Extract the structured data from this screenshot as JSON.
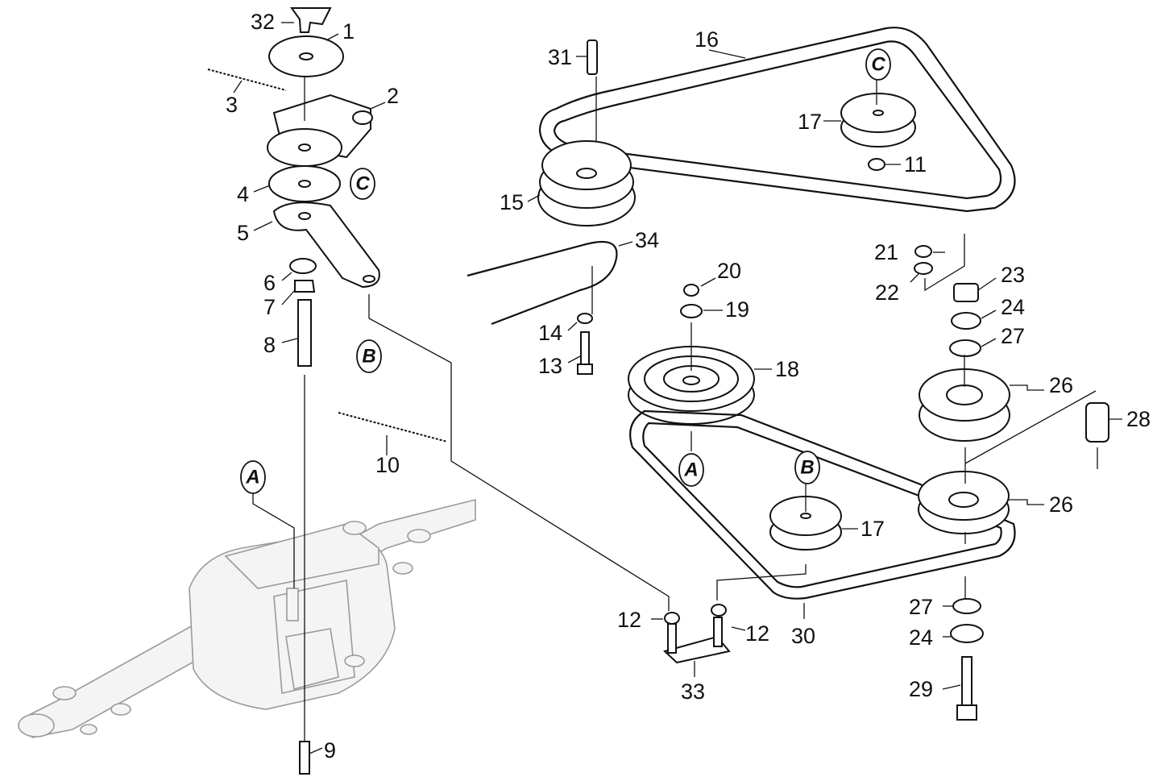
{
  "part_labels": {
    "p1": "1",
    "p2": "2",
    "p3": "3",
    "p4": "4",
    "p5": "5",
    "p6": "6",
    "p7": "7",
    "p8": "8",
    "p9": "9",
    "p10": "10",
    "p11": "11",
    "p12a": "12",
    "p12b": "12",
    "p13": "13",
    "p14": "14",
    "p15": "15",
    "p16": "16",
    "p17a": "17",
    "p17b": "17",
    "p18": "18",
    "p19": "19",
    "p20": "20",
    "p21": "21",
    "p22": "22",
    "p23": "23",
    "p24a": "24",
    "p24b": "24",
    "p26a": "26",
    "p26b": "26",
    "p27a": "27",
    "p27b": "27",
    "p28": "28",
    "p29": "29",
    "p30": "30",
    "p31": "31",
    "p32": "32",
    "p33": "33",
    "p34": "34"
  },
  "reference_marks": {
    "a1": "A",
    "a2": "A",
    "b1": "B",
    "b2": "B",
    "c1": "C",
    "c2": "C"
  }
}
